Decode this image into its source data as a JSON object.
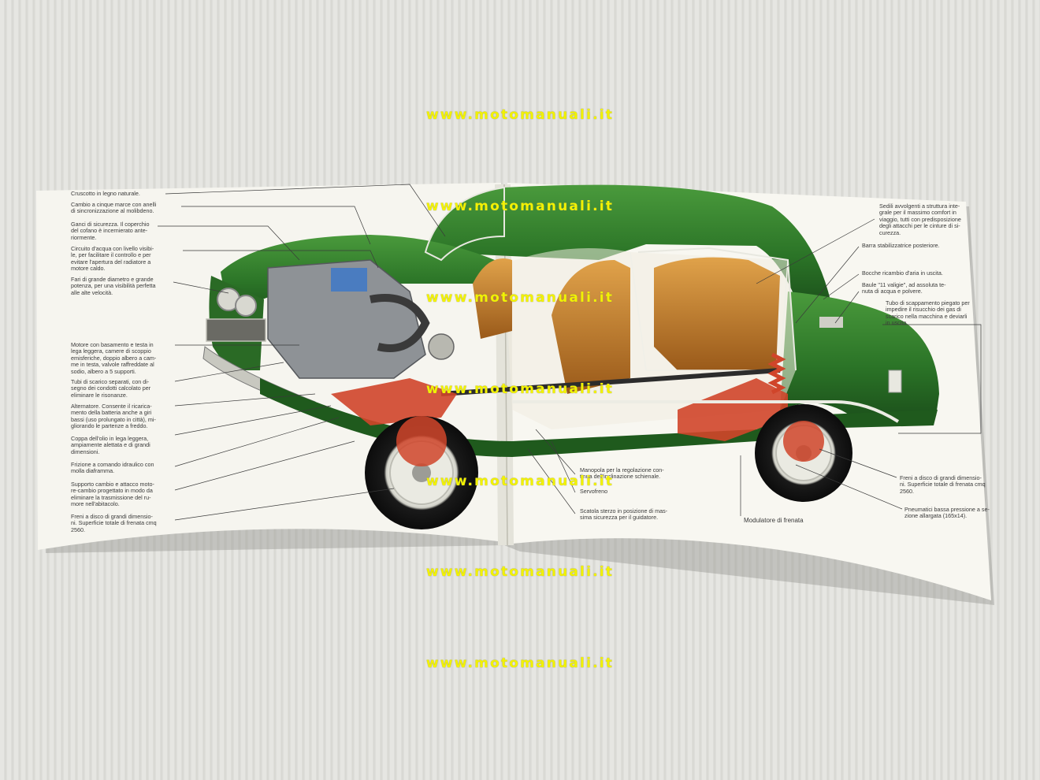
{
  "watermark": {
    "text": "www.motomanuali.it",
    "color": "#f2f200"
  },
  "brochure": {
    "left_labels": [
      "Cruscotto in legno naturale.",
      "Cambio a cinque marce con anelli\ndi sincronizzazione al molibdeno.",
      "Ganci di sicurezza. Il coperchio\ndel cofano è incernierato ante-\nriormente.",
      "Circuito d'acqua con livello visibi-\nle, per facilitare il controllo e per\nevitare l'apertura del radiatore a\nmotore caldo.",
      "Fari di grande diametro e grande\npotenza, per una visibilità perfetta\nalle alte velocità.",
      "Motore con basamento e testa in\nlega leggera, camere di scoppio\nemisferiche, doppio albero a cam-\nme in testa, valvole raffreddate al\nsodio, albero a 5 supporti.",
      "Tubi di scarico separati, con di-\nsegno dei condotti calcolato per\neliminare le risonanze.",
      "Alternatore. Consente il ricarica-\nmento della batteria anche a giri\nbassi (uso prolungato in città), mi-\ngliorando le partenze a freddo.",
      "Coppa dell'olio in lega leggera,\nampiamente alettata e di grandi\ndimensioni.",
      "Frizione a comando idraulico con\nmolla diaframma.",
      "Supporto cambio e attacco moto-\nre-cambio progettato in modo da\neliminare la trasmissione del ru-\nmore nell'abitacolo.",
      "Freni a disco di grandi dimensio-\nni. Superficie totale di frenata cmq\n2560."
    ],
    "right_labels": [
      "Sedili avvolgenti a struttura inte-\ngrale per il massimo comfort in\nviaggio, tutti con predisposizione\ndegli attacchi per le cinture di si-\ncurezza.",
      "Barra stabilizzatrice posteriore.",
      "Bocche ricambio d'aria in uscita.",
      "Baule \"11 valigie\", ad assoluta te-\nnuta di acqua e polvere.",
      "Tubo di scappamento piegato per\nimpedire il risucchio dei gas di\nscarico nella macchina e deviarli\nin uscita.",
      "Freni a disco di grandi dimensio-\nni. Superficie totale di frenata cmq\n2560.",
      "Pneumatici bassa pressione a se-\nzione allargata (165x14)."
    ],
    "bottom_labels": [
      "Manopola per la regolazione con-\ntinua dell'inclinazione schienale.",
      "Servofreno",
      "Scatola sterzo in posizione di mas-\nsima sicurezza per il guidatore.",
      "Modulatore di frenata"
    ]
  },
  "colors": {
    "car_body": "#2f7d2a",
    "interior": "#c8822a",
    "suspension": "#d0452a"
  }
}
